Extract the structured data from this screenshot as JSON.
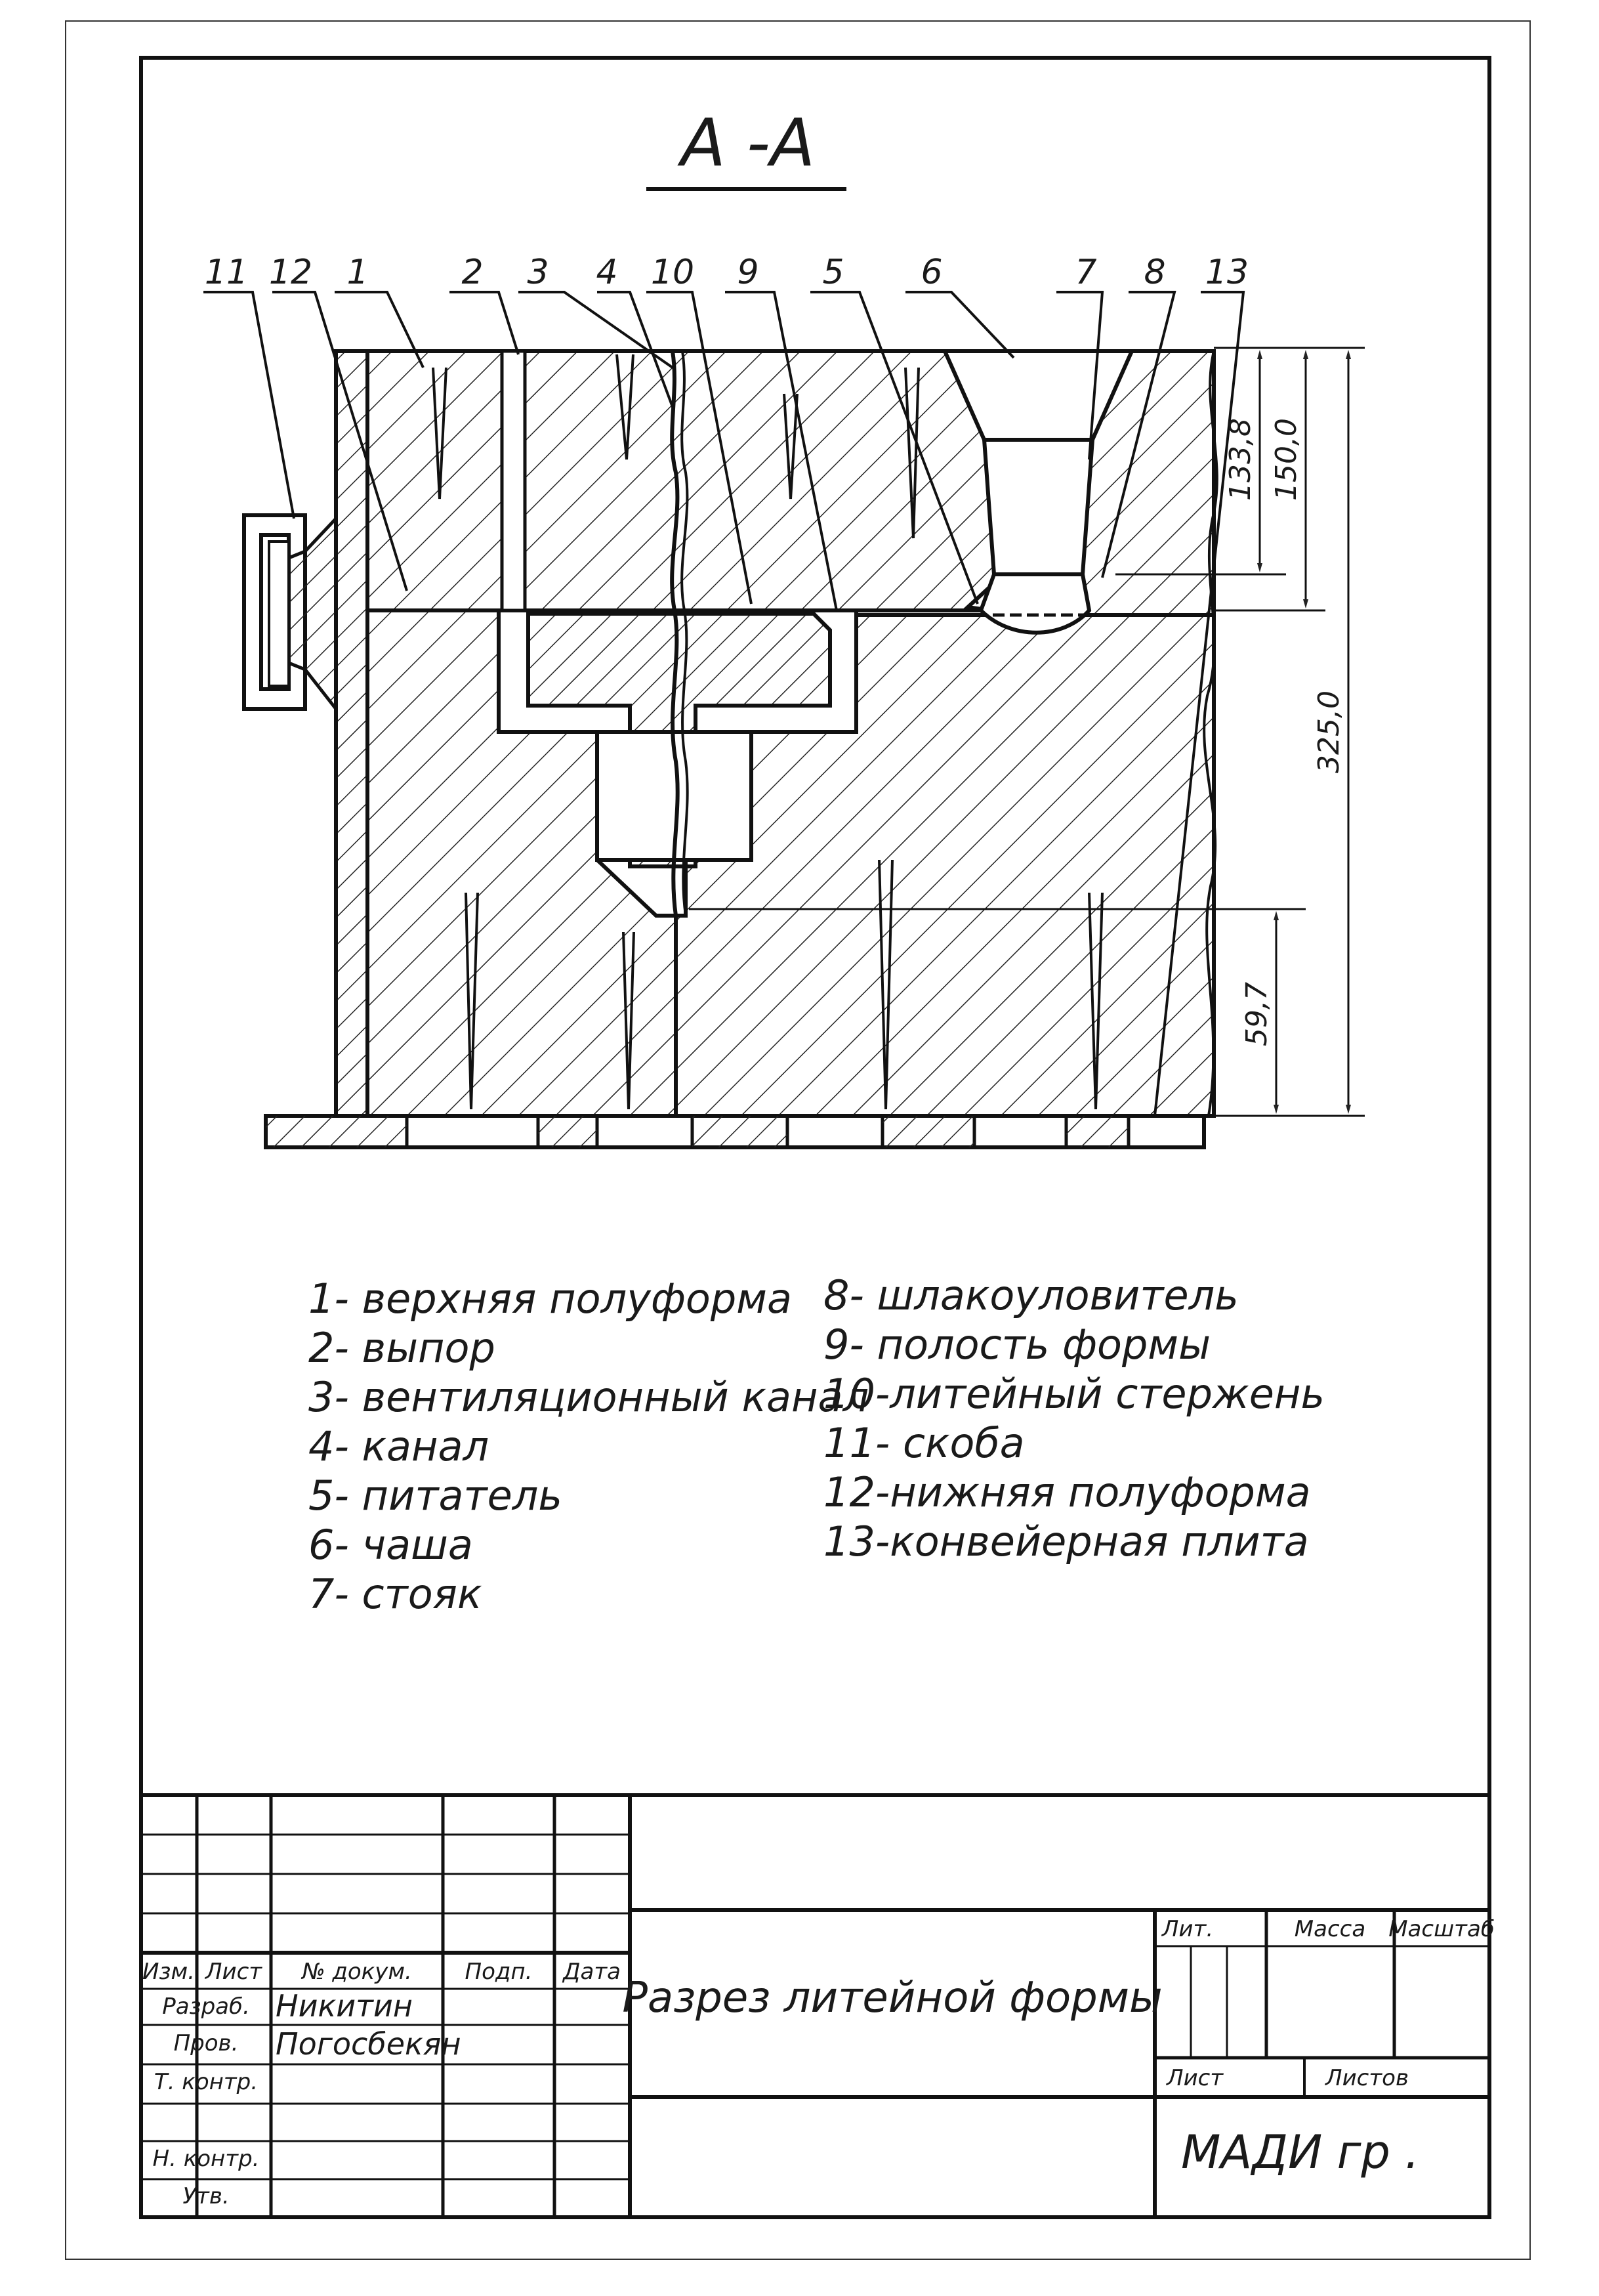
{
  "section_title": "А -А",
  "callouts": [
    "11",
    "12",
    "1",
    "2",
    "3",
    "4",
    "10",
    "9",
    "5",
    "6",
    "7",
    "8",
    "13"
  ],
  "dimensions": {
    "d1": "133,8",
    "d2": "150,0",
    "d3": "325,0",
    "d4": "59,7"
  },
  "legend_left": [
    "1- верхняя полуформа",
    "2- выпор",
    "3- вентиляционный канал",
    "4- канал",
    "5- питатель",
    "6- чаша",
    "7- стояк"
  ],
  "legend_right": [
    "8- шлакоуловитель",
    "9- полость формы",
    "10-литейный стержень",
    "11- скоба",
    "12-нижняя полуформа",
    "13-конвейерная плита"
  ],
  "title_block": {
    "h_izm": "Изм.",
    "h_list": "Лист",
    "h_doc": "№ докум.",
    "h_podp": "Подп.",
    "h_date": "Дата",
    "r_razrab": "Разраб.",
    "n_razrab": "Никитин",
    "r_prov": "Пров.",
    "n_prov": "Погосбекян",
    "r_tkontr": "Т. контр.",
    "r_nkontr": "Н. контр.",
    "r_utv": "Утв.",
    "title": "Разрез литейной формы",
    "lit": "Лит.",
    "massa": "Масса",
    "masshtab": "Масштаб",
    "list": "Лист",
    "listov": "Листов",
    "org": "МАДИ гр ."
  }
}
